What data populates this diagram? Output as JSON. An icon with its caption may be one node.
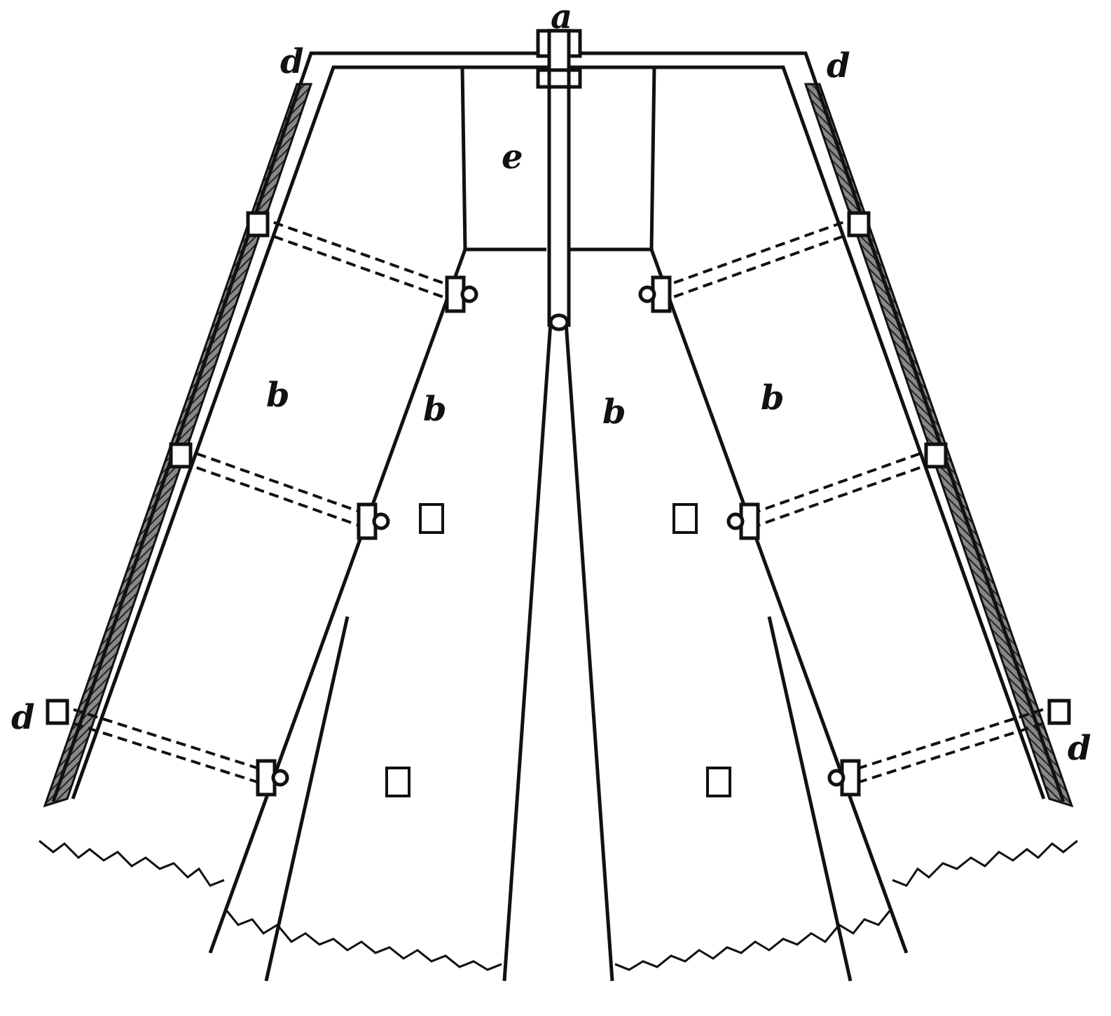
{
  "diagram": {
    "labels": [
      "a",
      "d",
      "d",
      "e",
      "b",
      "b",
      "b",
      "b",
      "d",
      "d"
    ]
  }
}
